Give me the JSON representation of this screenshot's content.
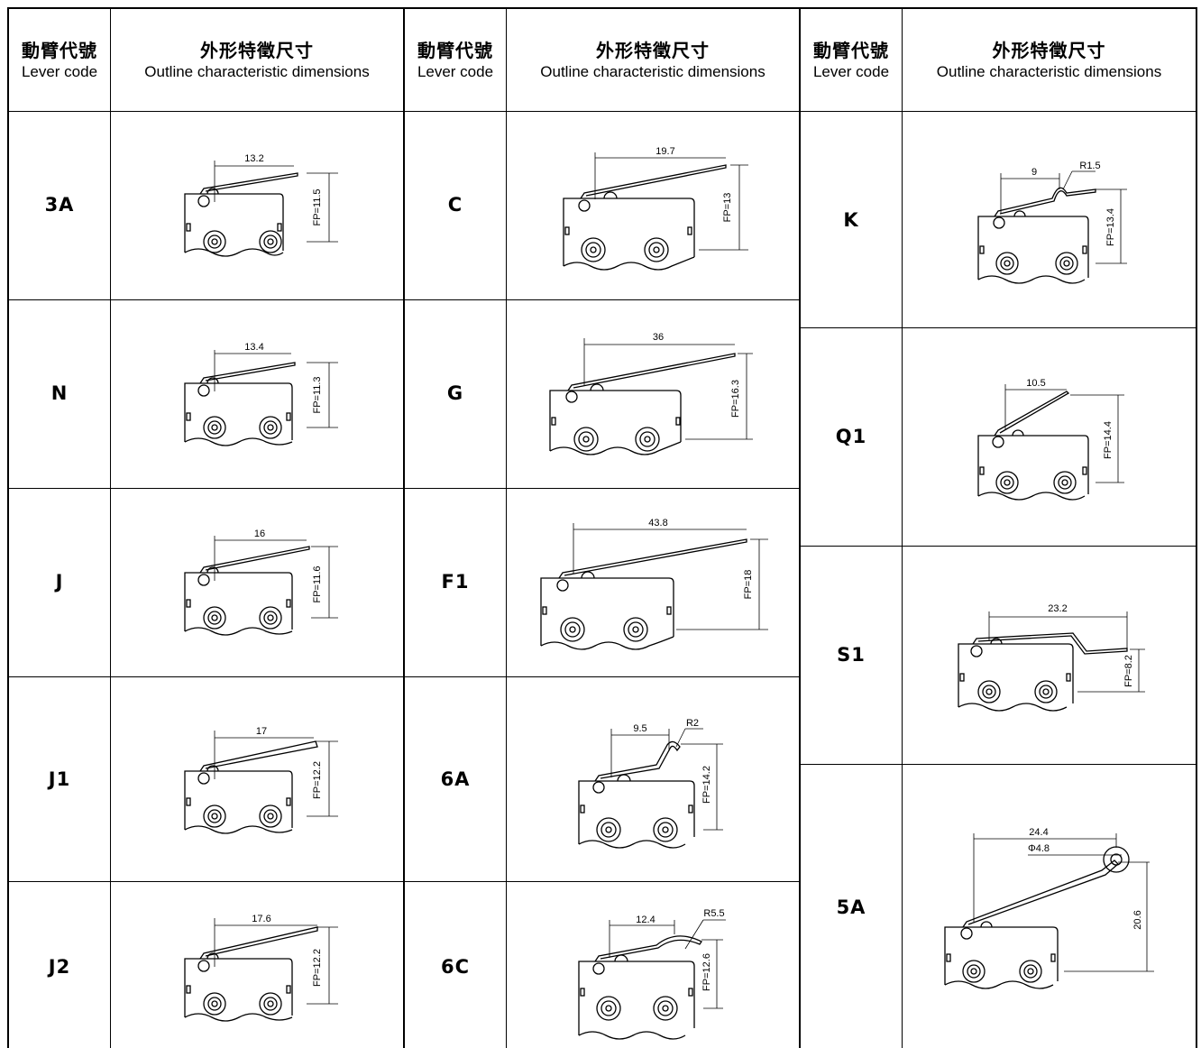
{
  "headers": [
    {
      "cn": "動臂代號",
      "en": "Lever code"
    },
    {
      "cn": "外形特徵尺寸",
      "en": "Outline characteristic dimensions"
    }
  ],
  "columns": [
    {
      "rows": [
        {
          "code": "3A",
          "length": "13.2",
          "fp": "FP=11.5"
        },
        {
          "code": "N",
          "length": "13.4",
          "fp": "FP=11.3"
        },
        {
          "code": "J",
          "length": "16",
          "fp": "FP=11.6"
        },
        {
          "code": "J1",
          "length": "17",
          "fp": "FP=12.2"
        },
        {
          "code": "J2",
          "length": "17.6",
          "fp": "FP=12.2"
        }
      ]
    },
    {
      "rows": [
        {
          "code": "C",
          "length": "19.7",
          "fp": "FP=13"
        },
        {
          "code": "G",
          "length": "36",
          "fp": "FP=16.3"
        },
        {
          "code": "F1",
          "length": "43.8",
          "fp": "FP=18"
        },
        {
          "code": "6A",
          "length": "9.5",
          "fp": "FP=14.2",
          "radius": "R2"
        },
        {
          "code": "6C",
          "length": "12.4",
          "fp": "FP=12.6",
          "radius": "R5.5"
        }
      ]
    },
    {
      "rows": [
        {
          "code": "K",
          "length": "9",
          "fp": "FP=13.4",
          "radius": "R1.5"
        },
        {
          "code": "Q1",
          "length": "10.5",
          "fp": "FP=14.4"
        },
        {
          "code": "S1",
          "length": "23.2",
          "fp": "FP=8.2"
        },
        {
          "code": "5A",
          "length": "24.4",
          "fp": "20.6",
          "diameter": "Φ4.8"
        }
      ]
    }
  ]
}
